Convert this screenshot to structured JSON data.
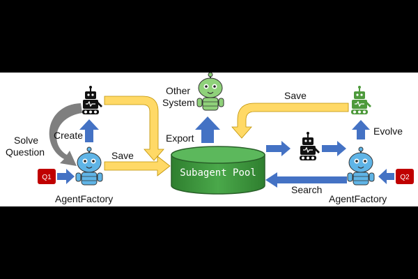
{
  "colors": {
    "background_band": "#ffffff",
    "letterbox": "#000000",
    "blue_arrow": "#4472c4",
    "yellow_arrow": "#ffd966",
    "gray_arrow": "#7f7f7f",
    "pool_fill": "#3f9a3f",
    "query_badge": "#c00000",
    "blue_robot": "#5fb4e6",
    "green_robot": "#8fd17a",
    "black_robot": "#111111",
    "dark_green_robot": "#4e9a3c"
  },
  "labels": {
    "solve_question": [
      "Solve",
      "Question"
    ],
    "create": "Create",
    "save_left": "Save",
    "agentfactory_left": "AgentFactory",
    "other_system": [
      "Other",
      "System"
    ],
    "export": "Export",
    "subagent_pool": "Subagent Pool",
    "save_top": "Save",
    "evolve": "Evolve",
    "search": "Search",
    "agentfactory_right": "AgentFactory"
  },
  "queries": {
    "q1": "Q1",
    "q2": "Q2"
  },
  "icons": [
    "black-robot-icon",
    "blue-robot-icon",
    "green-robot-icon",
    "dark-green-robot-icon"
  ]
}
